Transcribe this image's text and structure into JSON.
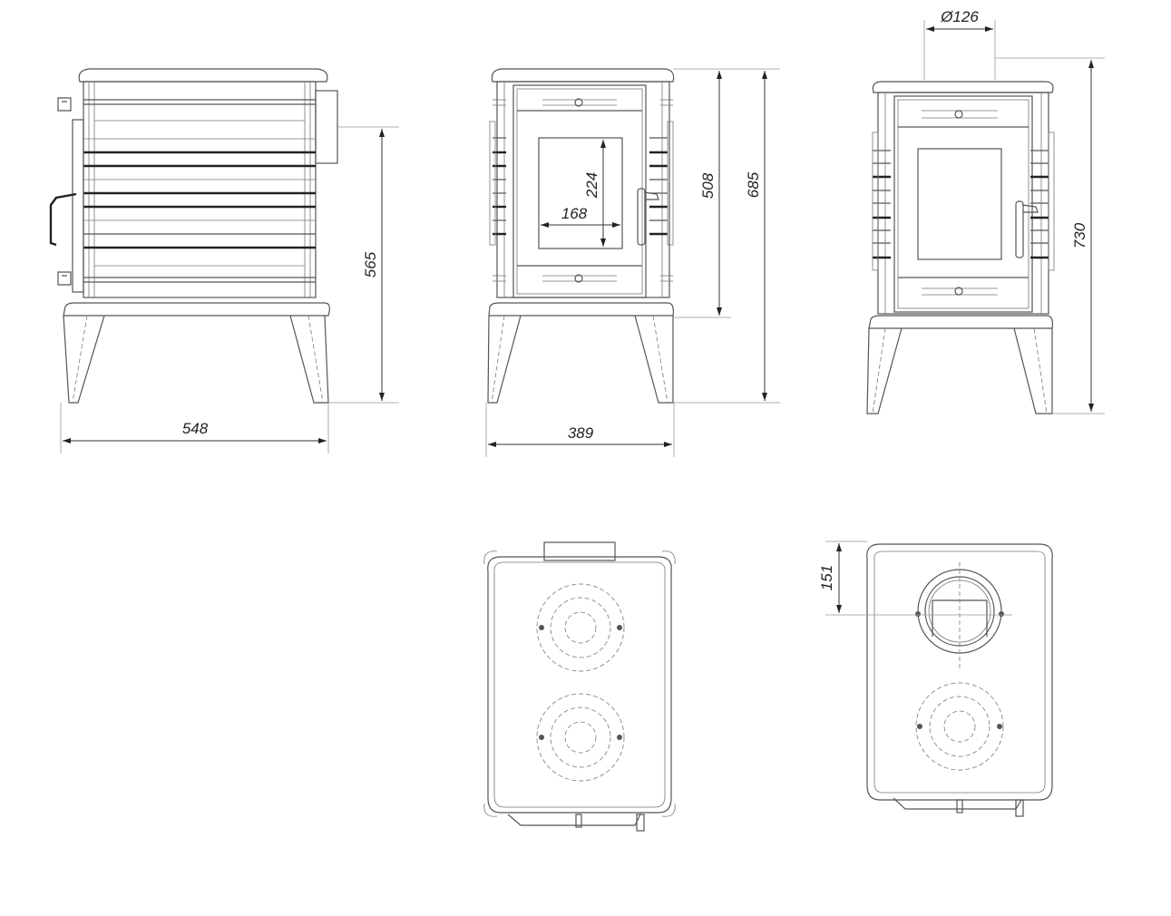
{
  "drawing": {
    "title": "Stove dimensional drawing",
    "colors": {
      "line": "#555555",
      "dimension": "#333333",
      "background": "#ffffff"
    },
    "views": [
      {
        "id": "side-view",
        "dimensions": {
          "width": "548",
          "height": "565"
        }
      },
      {
        "id": "front-view",
        "dimensions": {
          "width": "389",
          "height_body": "508",
          "height_total": "685",
          "glass_width": "168",
          "glass_height": "224"
        }
      },
      {
        "id": "front-view-flue",
        "dimensions": {
          "flue_diameter": "Ø126",
          "height_total": "730"
        }
      },
      {
        "id": "top-view",
        "dimensions": {}
      },
      {
        "id": "top-view-flue",
        "dimensions": {
          "flue_offset": "151"
        }
      }
    ]
  },
  "labels": {
    "side_width": "548",
    "side_height": "565",
    "front_width": "389",
    "front_body_height": "508",
    "front_total_height": "685",
    "glass_width": "168",
    "glass_height": "224",
    "flue_diameter": "Ø126",
    "flue_total_height": "730",
    "flue_offset": "151"
  }
}
